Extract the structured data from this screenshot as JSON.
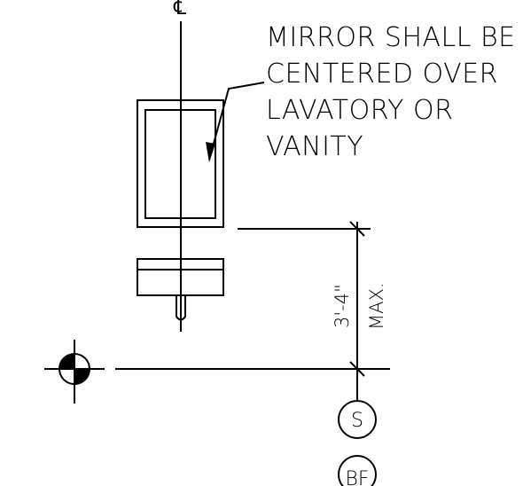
{
  "centerline_symbol": "℄",
  "note": {
    "lines": [
      "MIRROR SHALL BE",
      "CENTERED OVER",
      "LAVATORY OR",
      "VANITY"
    ]
  },
  "dimension": {
    "value": "3'-4\"",
    "qualifier": "MAX."
  },
  "tags": {
    "s": "S",
    "bf": "BF"
  }
}
